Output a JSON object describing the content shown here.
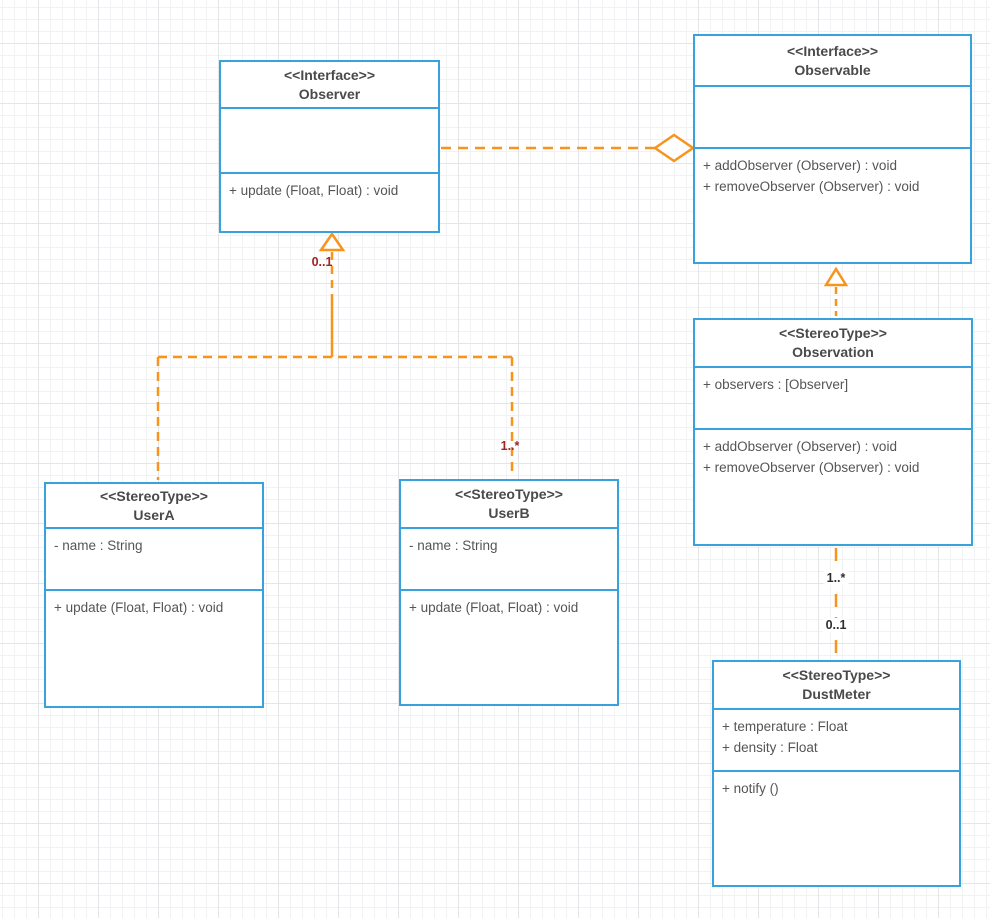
{
  "diagram": {
    "classes": [
      {
        "id": "observer",
        "stereotype": "<<Interface>>",
        "name": "Observer",
        "attributes": [],
        "methods": [
          "+ update (Float, Float) : void"
        ]
      },
      {
        "id": "observable",
        "stereotype": "<<Interface>>",
        "name": "Observable",
        "attributes": [],
        "methods": [
          "+ addObserver (Observer) : void",
          "+ removeObserver (Observer) : void"
        ]
      },
      {
        "id": "observation",
        "stereotype": "<<StereoType>>",
        "name": "Observation",
        "attributes": [
          "+ observers : [Observer]"
        ],
        "methods": [
          "+ addObserver (Observer) : void",
          "+ removeObserver (Observer) : void"
        ]
      },
      {
        "id": "usera",
        "stereotype": "<<StereoType>>",
        "name": "UserA",
        "attributes": [
          "- name : String"
        ],
        "methods": [
          "+ update (Float, Float) : void"
        ]
      },
      {
        "id": "userb",
        "stereotype": "<<StereoType>>",
        "name": "UserB",
        "attributes": [
          "- name : String"
        ],
        "methods": [
          "+ update (Float, Float) : void"
        ]
      },
      {
        "id": "dustmeter",
        "stereotype": "<<StereoType>>",
        "name": "DustMeter",
        "attributes": [
          "+ temperature : Float",
          "+ density : Float"
        ],
        "methods": [
          "+ notify ()"
        ]
      }
    ],
    "connectors": {
      "users_to_observer": {
        "type": "realization",
        "multiplicity_near_observer": "0..1",
        "multiplicity_near_userb": "1..*"
      },
      "observer_to_observable": {
        "type": "aggregation"
      },
      "observation_to_observable": {
        "type": "realization"
      },
      "observation_to_dustmeter": {
        "type": "association",
        "multiplicity_near_observation": "1..*",
        "multiplicity_near_dustmeter": "0..1"
      }
    },
    "colors": {
      "box_border": "#38a2dc",
      "connector": "#f7941e",
      "multiplicity_red": "#9e2422",
      "multiplicity_dark": "#2d2d2d",
      "member_text": "#555555",
      "title_text": "#4a4a4a"
    }
  }
}
